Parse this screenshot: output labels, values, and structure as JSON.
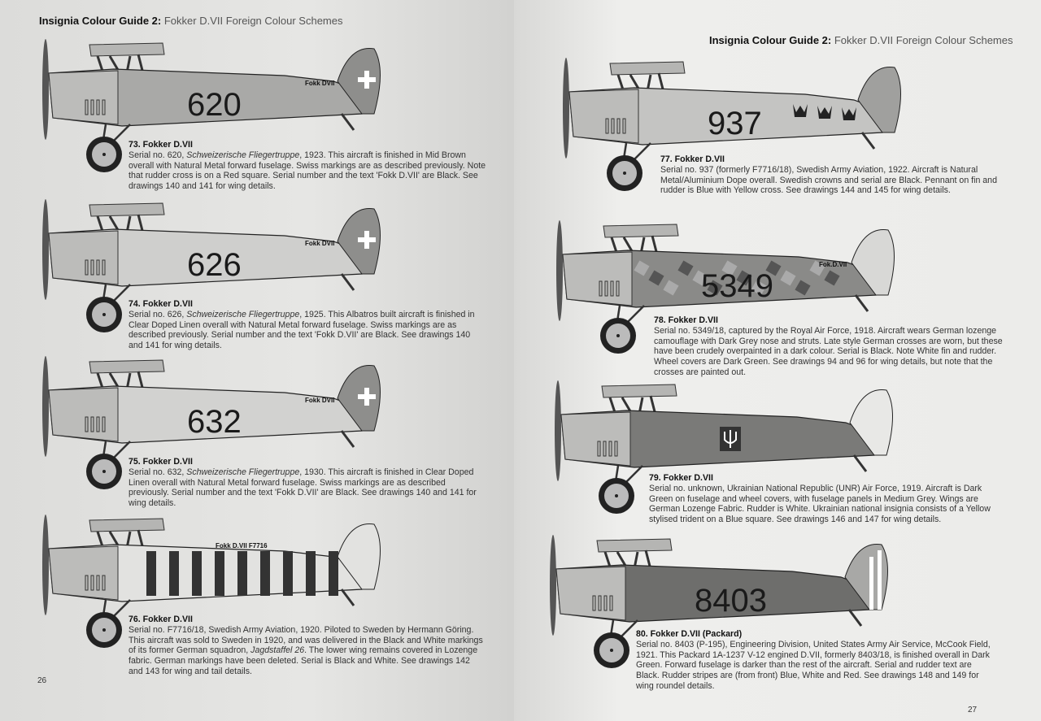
{
  "left_page": {
    "header_bold": "Insignia Colour Guide 2:",
    "header_rest": " Fokker D.VII Foreign Colour Schemes",
    "page_number": "26"
  },
  "right_page": {
    "header_bold": "Insignia Colour Guide 2:",
    "header_rest": " Fokker D.VII Foreign Colour Schemes",
    "page_number": "27"
  },
  "aircraft": [
    {
      "title": "73. Fokker D.VII",
      "serial": "620",
      "side_text": "Fokk DVII",
      "body_color": "#a9a9a7",
      "rudder_color": "#8e8e8c",
      "insignia": "swiss-cross",
      "text": [
        "Serial no. 620, ",
        "Schweizerische Fliegertruppe",
        ", 1923. This aircraft is finished in Mid Brown overall with Natural Metal forward fuselage. Swiss markings are as described previously. Note that rudder cross is on a Red square. Serial number and the text 'Fokk D.VII' are Black. See drawings 140 and 141 for wing details."
      ]
    },
    {
      "title": "74. Fokker D.VII",
      "serial": "626",
      "side_text": "Fokk DVII",
      "body_color": "#cfcfcd",
      "rudder_color": "#8e8e8c",
      "insignia": "swiss-cross",
      "text": [
        "Serial no. 626, ",
        "Schweizerische Fliegertruppe",
        ", 1925. This Albatros built aircraft is finished in Clear Doped Linen overall with Natural Metal forward fuselage. Swiss markings are as described previously. Serial number and the text 'Fokk D.VII' are Black. See drawings 140 and 141 for wing details."
      ]
    },
    {
      "title": "75. Fokker D.VII",
      "serial": "632",
      "side_text": "Fokk DVII",
      "body_color": "#d2d2d0",
      "rudder_color": "#8e8e8c",
      "insignia": "swiss-cross",
      "text": [
        "Serial no. 632, ",
        "Schweizerische Fliegertruppe",
        ", 1930. This aircraft is finished in Clear Doped Linen overall with Natural Metal forward fuselage. Swiss markings are as described previously. Serial number and the text 'Fokk D.VII' are Black. See drawings 140 and 141 for wing details."
      ]
    },
    {
      "title": "76. Fokker D.VII",
      "serial": "",
      "side_text": "Fokk D.VII F7716",
      "body_color": "#e2e2e0",
      "rudder_color": "#e2e2e0",
      "insignia": "stripes",
      "text": [
        "Serial no. F7716/18, Swedish Army Aviation, 1920. Piloted to Sweden by Hermann Göring. This aircraft was sold to Sweden in 1920, and was delivered in the Black and White markings of its former German squadron, ",
        "Jagdstaffel 26",
        ". The lower wing remains covered in Lozenge fabric. German markings have been deleted. Serial is Black and White. See drawings 142 and 143 for wing and tail details."
      ]
    },
    {
      "title": "77. Fokker D.VII",
      "serial": "937",
      "side_text": "",
      "body_color": "#c4c4c2",
      "rudder_color": "#a0a09e",
      "insignia": "crowns",
      "text": [
        "Serial no. 937 (formerly F7716/18), Swedish Army Aviation, 1922. Aircraft is Natural Metal/Aluminium Dope overall. Swedish crowns and serial are Black. Pennant on fin and rudder is Blue with Yellow cross. See drawings 144 and 145 for wing details.",
        "",
        ""
      ]
    },
    {
      "title": "78. Fokker D.VII",
      "serial": "5349",
      "side_text": "Fok.D.VII",
      "body_color": "#8a8a88",
      "rudder_color": "#d8d8d6",
      "insignia": "lozenge",
      "text": [
        "Serial no. 5349/18, captured by the Royal Air Force, 1918. Aircraft wears German lozenge camouflage with Dark Grey nose and struts. Late style German crosses are worn, but these have been crudely overpainted in a dark colour. Serial is Black. Note White fin and rudder. Wheel covers are Dark Green. See drawings 94 and 96 for wing details, but note that the crosses are painted out.",
        "",
        ""
      ]
    },
    {
      "title": "79. Fokker D.VII",
      "serial": "",
      "side_text": "",
      "body_color": "#7a7a78",
      "rudder_color": "#e8e8e6",
      "insignia": "trident",
      "text": [
        "Serial no. unknown, Ukrainian National Republic (UNR) Air Force, 1919. Aircraft is Dark Green on fuselage and wheel covers, with fuselage panels in Medium Grey. Wings are German Lozenge Fabric. Rudder is White. Ukrainian national insignia consists of a Yellow stylised trident on a Blue square. See drawings 146 and 147 for wing details.",
        "",
        ""
      ]
    },
    {
      "title": "80. Fokker D.VII (Packard)",
      "serial": "8403",
      "side_text": "",
      "body_color": "#6e6e6c",
      "rudder_color": "#a8a8a6",
      "insignia": "rudder-stripes",
      "text": [
        "Serial no. 8403 (P-195), Engineering Division, United States Army Air Service, McCook Field, 1921. This Packard 1A-1237 V-12 engined D.VII, formerly 8403/18, is finished overall in Dark Green. Forward fuselage is darker than the rest of the aircraft. Serial and rudder text are Black. Rudder stripes are (from front) Blue, White and Red. See drawings 148 and 149 for wing roundel details.",
        "",
        ""
      ]
    }
  ]
}
